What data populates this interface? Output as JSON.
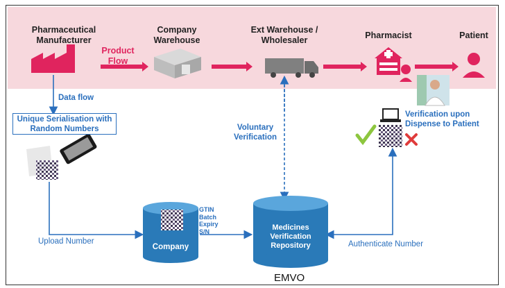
{
  "header": {
    "manufacturer": "Pharmaceutical Manufacturer",
    "company_warehouse": "Company Warehouse",
    "ext_warehouse": "Ext Warehouse / Wholesaler",
    "pharmacist": "Pharmacist",
    "patient": "Patient",
    "product_flow": "Product Flow"
  },
  "flow": {
    "data_flow": "Data flow",
    "serialisation": "Unique Serialisation with Random Numbers",
    "voluntary": "Voluntary Verification",
    "verification_dispense": "Verification upon Dispense to Patient",
    "upload": "Upload Number",
    "authenticate": "Authenticate Number",
    "gtin_list": "GTIN Batch Expiry S/N"
  },
  "databases": {
    "company": "Company",
    "repository": "Medicines Verification Repository"
  },
  "footer": {
    "emvo": "EMVO"
  },
  "colors": {
    "pink": "#e0245e",
    "blue": "#2a6fbd",
    "band": "#f7d8dd",
    "green": "#8dc63f",
    "red": "#e03c3c"
  },
  "icons": [
    "factory-icon",
    "warehouse-icon",
    "truck-icon",
    "pharmacy-icon",
    "patient-icon",
    "pharmacist-photo",
    "scanner-icon",
    "datamatrix-icon",
    "laptop-icon",
    "check-icon",
    "cross-icon",
    "database-icon"
  ]
}
